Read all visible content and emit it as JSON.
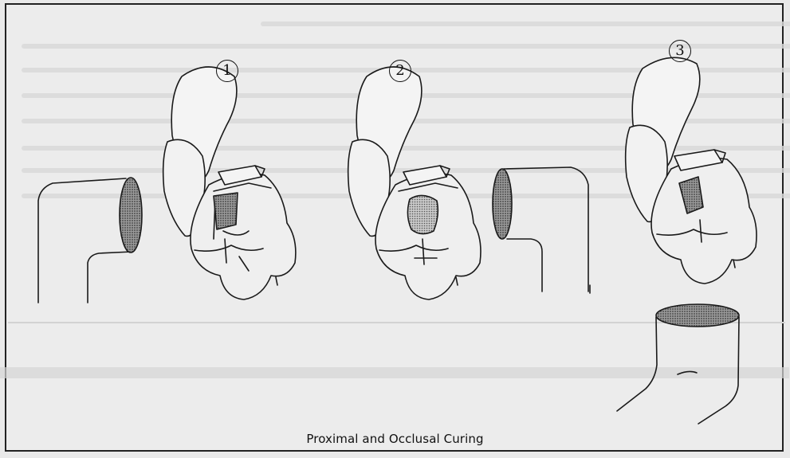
{
  "caption": "Proximal and Occlusal Curing",
  "steps": [
    {
      "number": "1"
    },
    {
      "number": "2"
    },
    {
      "number": "3"
    }
  ],
  "colors": {
    "line": "#1a1a1a",
    "background": "#ececec",
    "shade": "#7a7a7a"
  }
}
